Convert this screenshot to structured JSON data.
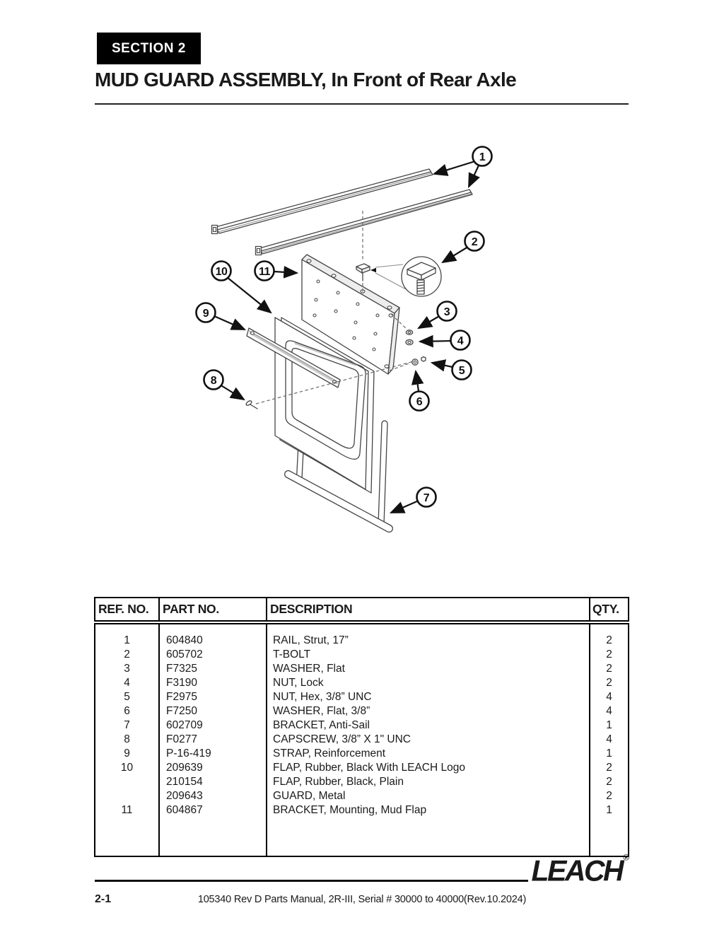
{
  "header": {
    "section_badge": "SECTION 2",
    "title": "MUD GUARD ASSEMBLY, In Front of Rear Axle"
  },
  "diagram": {
    "callouts": [
      {
        "label": "1"
      },
      {
        "label": "2"
      },
      {
        "label": "3"
      },
      {
        "label": "4"
      },
      {
        "label": "5"
      },
      {
        "label": "6"
      },
      {
        "label": "7"
      },
      {
        "label": "8"
      },
      {
        "label": "9"
      },
      {
        "label": "10"
      },
      {
        "label": "11"
      }
    ]
  },
  "table": {
    "headers": {
      "ref": "REF. NO.",
      "part": "PART NO.",
      "desc": "DESCRIPTION",
      "qty": "QTY."
    },
    "rows": [
      {
        "ref": "1",
        "part": "604840",
        "desc": "RAIL, Strut, 17”",
        "qty": "2"
      },
      {
        "ref": "2",
        "part": "605702",
        "desc": "T-BOLT",
        "qty": "2"
      },
      {
        "ref": "3",
        "part": "F7325",
        "desc": "WASHER, Flat",
        "qty": "2"
      },
      {
        "ref": "4",
        "part": "F3190",
        "desc": "NUT, Lock",
        "qty": "2"
      },
      {
        "ref": "5",
        "part": "F2975",
        "desc": "NUT, Hex, 3/8” UNC",
        "qty": "4"
      },
      {
        "ref": "6",
        "part": "F7250",
        "desc": "WASHER, Flat, 3/8”",
        "qty": "4"
      },
      {
        "ref": "7",
        "part": "602709",
        "desc": "BRACKET, Anti-Sail",
        "qty": "1"
      },
      {
        "ref": "8",
        "part": "F0277",
        "desc": "CAPSCREW, 3/8” X 1\" UNC",
        "qty": "4"
      },
      {
        "ref": "9",
        "part": "P-16-419",
        "desc": "STRAP, Reinforcement",
        "qty": "1"
      },
      {
        "ref": "10",
        "part": "209639",
        "desc": "FLAP, Rubber, Black With LEACH Logo",
        "qty": "2"
      },
      {
        "ref": "",
        "part": "210154",
        "desc": "FLAP, Rubber, Black, Plain",
        "qty": "2"
      },
      {
        "ref": "",
        "part": "209643",
        "desc": "GUARD, Metal",
        "qty": "2"
      },
      {
        "ref": "11",
        "part": "604867",
        "desc": "BRACKET, Mounting, Mud Flap",
        "qty": "1"
      }
    ]
  },
  "footer": {
    "logo": "LEACH",
    "registered_mark": "®",
    "page_number": "2-1",
    "manual_info": "105340 Rev D Parts Manual, 2R-III, Serial # 30000 to 40000(Rev.10.2024)"
  }
}
